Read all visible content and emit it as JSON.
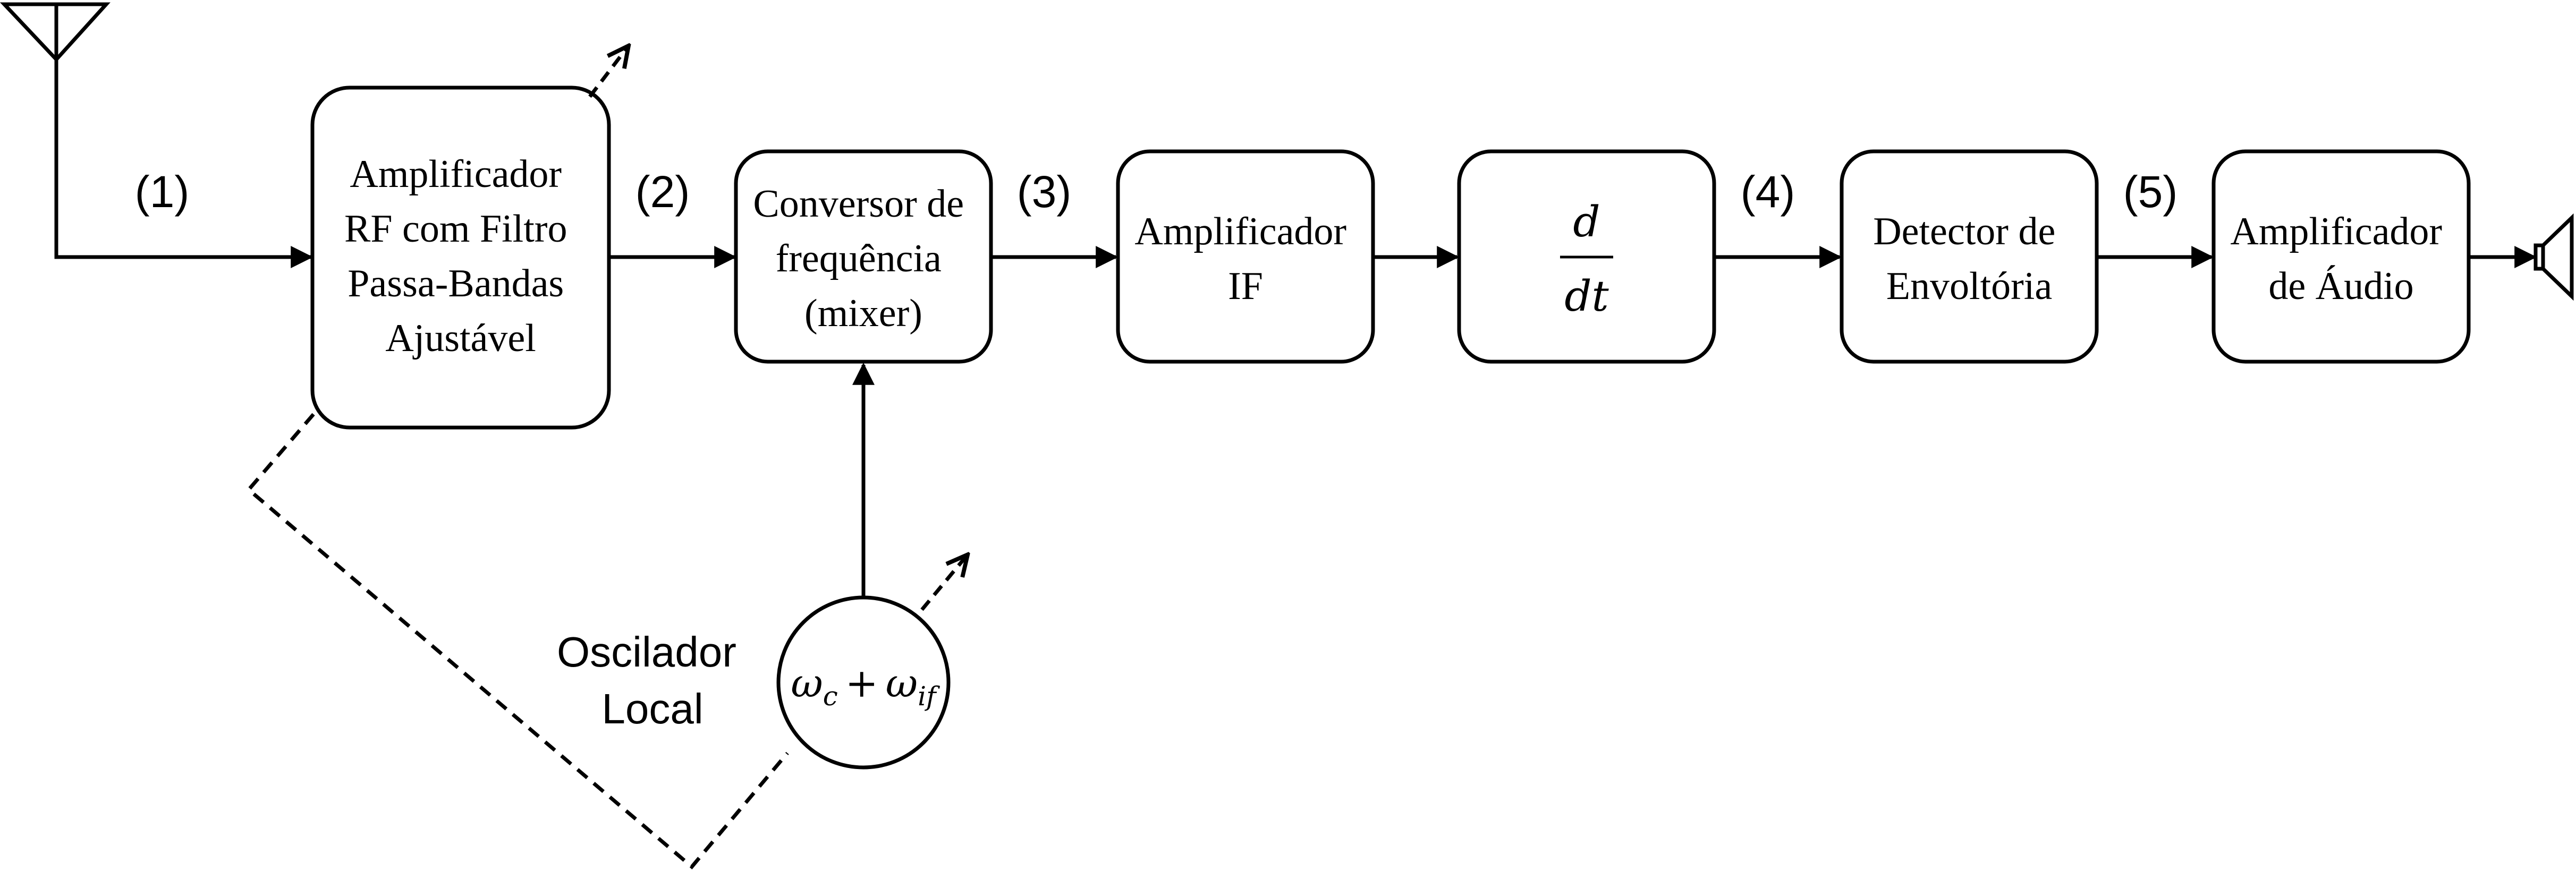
{
  "colors": {
    "stroke": "#000000",
    "background": "#ffffff"
  },
  "icons": {
    "antenna": "antenna-icon",
    "speaker": "speaker-icon"
  },
  "blocks": {
    "rf_amp": [
      "Amplificador",
      "RF com Filtro",
      "Passa-Bandas",
      "Ajustável"
    ],
    "mixer": [
      "Conversor de",
      "frequência",
      "(mixer)"
    ],
    "if_amp": [
      "Amplificador",
      "IF"
    ],
    "derivative": {
      "numerator": "d",
      "denominator": "dt"
    },
    "envelope": [
      "Detector de",
      "Envoltória"
    ],
    "audio_amp": [
      "Amplificador",
      "de Áudio"
    ]
  },
  "signals": [
    "(1)",
    "(2)",
    "(3)",
    "(4)",
    "(5)"
  ],
  "oscillator": {
    "label_lines": [
      "Oscilador",
      "Local"
    ],
    "omega": "ω",
    "sub_c": "c",
    "plus": "+",
    "sub_if": "if"
  }
}
